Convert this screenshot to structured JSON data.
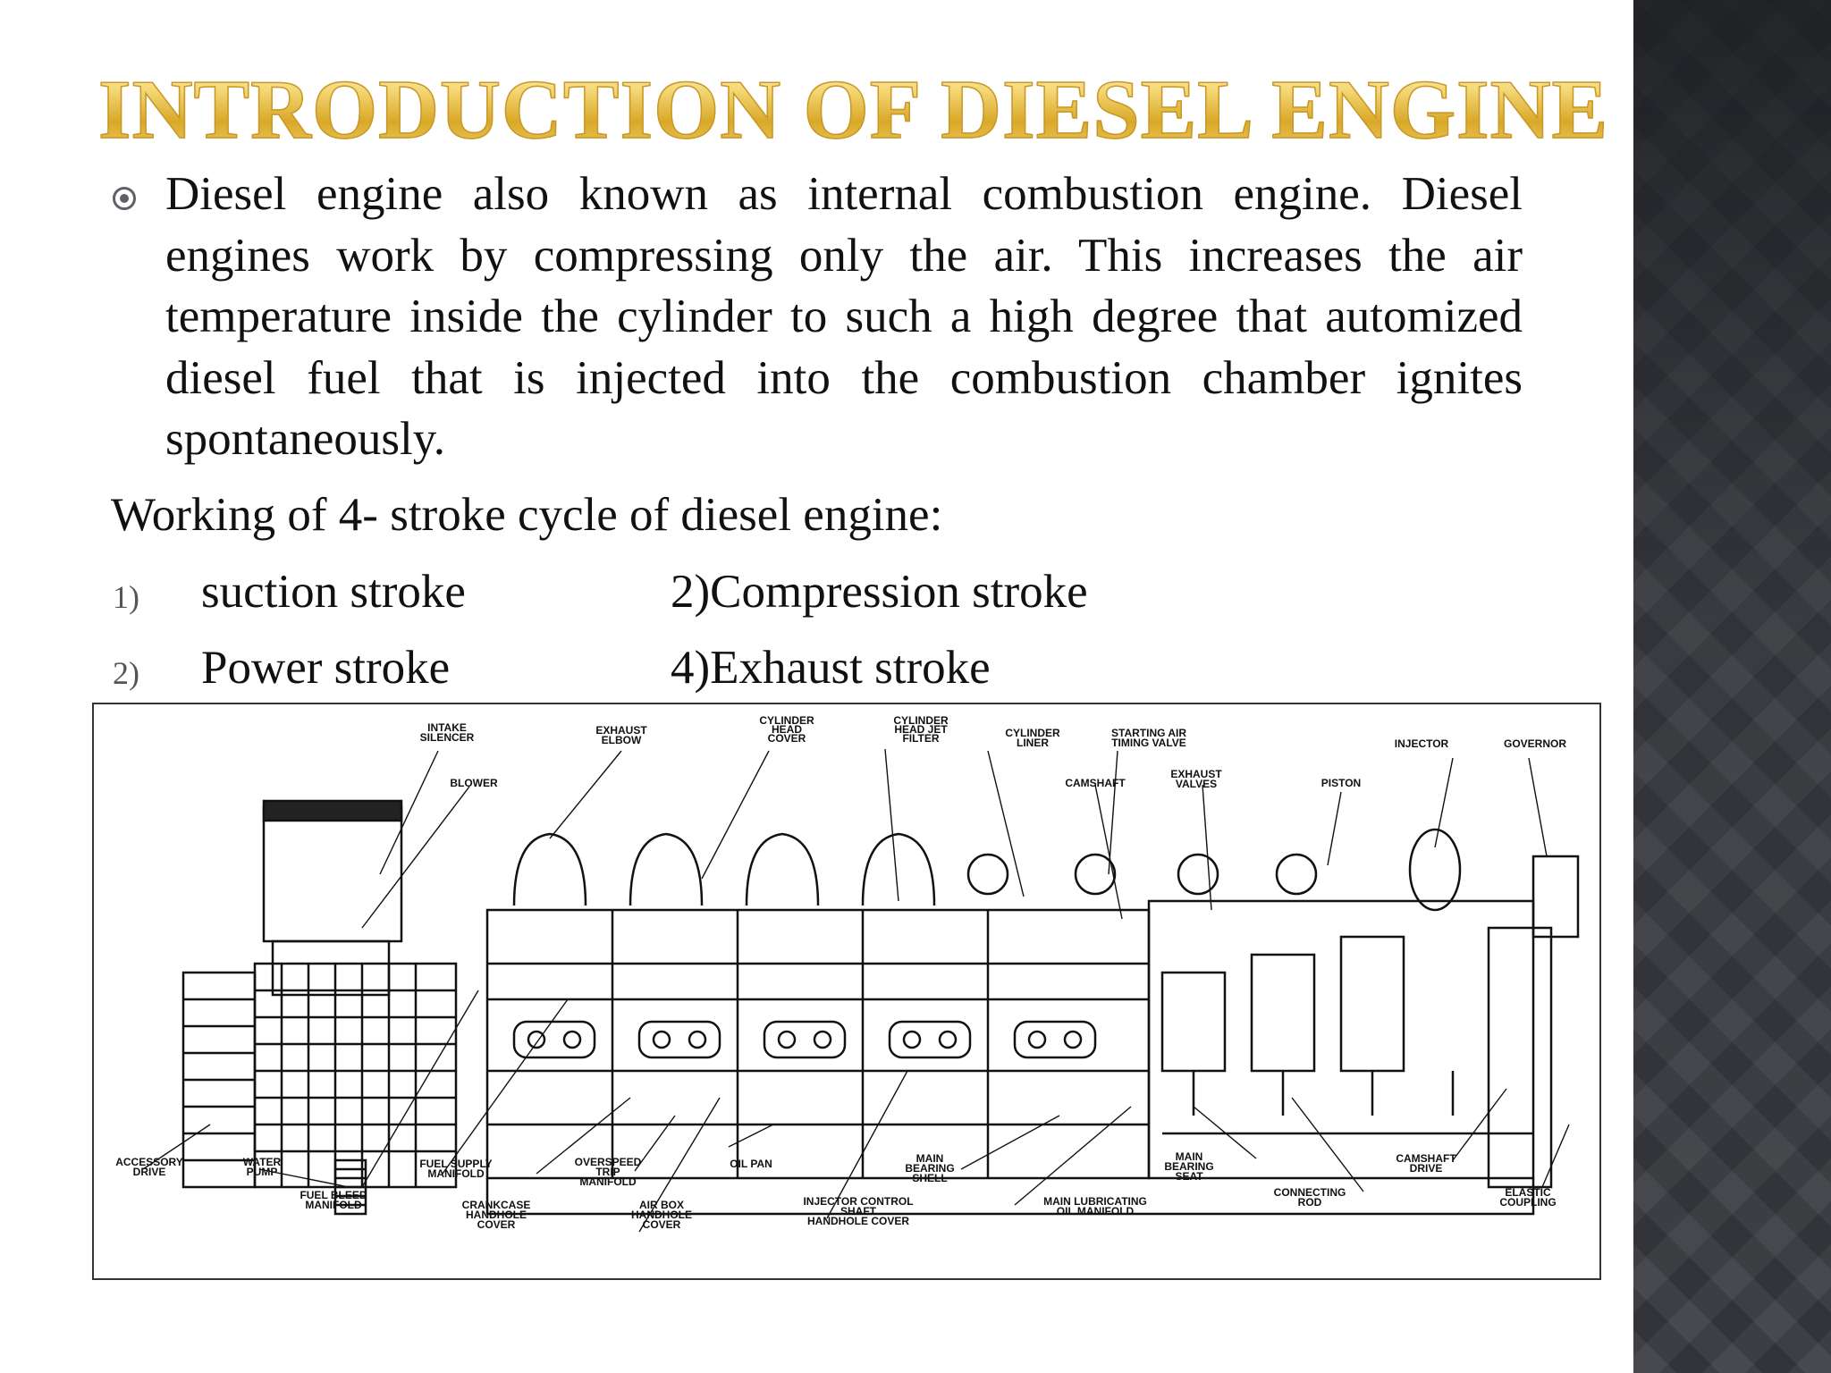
{
  "slide": {
    "title": "INTRODUCTION OF DIESEL ENGINE",
    "bullet_text": "Diesel engine also known as internal combustion  engine. Diesel engines work by compressing only the air. This increases the air temperature inside the cylinder to such a high degree that automized diesel fuel that is injected into the combustion chamber ignites spontaneously.",
    "subheading": "Working of 4- stroke cycle of diesel engine:",
    "strokes": [
      {
        "number": "1)",
        "left": "suction stroke",
        "right": "2)Compression stroke"
      },
      {
        "number": "2)",
        "left": "Power stroke",
        "right": "4)Exhaust stroke"
      }
    ]
  },
  "diagram": {
    "labels": {
      "intake_silencer": [
        "INTAKE",
        "SILENCER"
      ],
      "blower": [
        "BLOWER"
      ],
      "exhaust_elbow": [
        "EXHAUST",
        "ELBOW"
      ],
      "cylinder_head_cover": [
        "CYLINDER",
        "HEAD",
        "COVER"
      ],
      "cylinder_head_jet_filter": [
        "CYLINDER",
        "HEAD  JET",
        "FILTER"
      ],
      "cylinder_liner": [
        "CYLINDER",
        "LINER"
      ],
      "starting_air_timing_valve": [
        "STARTING  AIR",
        "TIMING  VALVE"
      ],
      "camshaft": [
        "CAMSHAFT"
      ],
      "exhaust_valves": [
        "EXHAUST",
        "VALVES"
      ],
      "piston": [
        "PISTON"
      ],
      "injector": [
        "INJECTOR"
      ],
      "governor": [
        "GOVERNOR"
      ],
      "accessory_drive": [
        "ACCESSORY",
        "DRIVE"
      ],
      "water_pump": [
        "WATER",
        "PUMP"
      ],
      "fuel_bleed_manifold": [
        "FUEL  BLEED",
        "MANIFOLD"
      ],
      "fuel_supply_manifold": [
        "FUEL  SUPPLY",
        "MANIFOLD"
      ],
      "crankcase_handhole_cover": [
        "CRANKCASE",
        "HANDHOLE",
        "COVER"
      ],
      "overspeed_trip_manifold": [
        "OVERSPEED",
        "TRIP",
        "MANIFOLD"
      ],
      "air_box_handhole_cover": [
        "AIR  BOX",
        "HANDHOLE",
        "COVER"
      ],
      "oil_pan": [
        "OIL  PAN"
      ],
      "injector_control_shaft_handhole_cover": [
        "INJECTOR  CONTROL",
        "SHAFT",
        "HANDHOLE  COVER"
      ],
      "main_bearing_shell": [
        "MAIN",
        "BEARING",
        "SHELL"
      ],
      "main_lubricating_oil_manifold": [
        "MAIN  LUBRICATING",
        "OIL  MANIFOLD"
      ],
      "main_bearing_seat": [
        "MAIN",
        "BEARING",
        "SEAT"
      ],
      "connecting_rod": [
        "CONNECTING",
        "ROD"
      ],
      "camshaft_drive": [
        "CAMSHAFT",
        "DRIVE"
      ],
      "elastic_coupling": [
        "ELASTIC",
        "COUPLING"
      ]
    }
  }
}
